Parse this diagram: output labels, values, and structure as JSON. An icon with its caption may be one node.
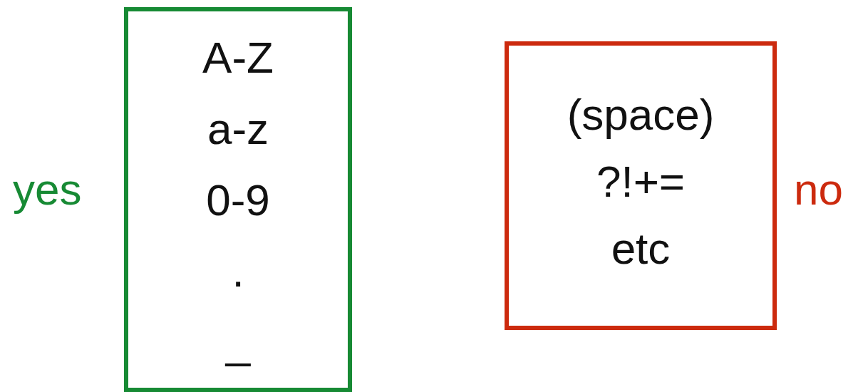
{
  "diagram": {
    "nodes": [
      {
        "text": [
          "A-Z",
          "a-z",
          "0-9",
          ".",
          "_"
        ],
        "beside": [
          "yes"
        ]
      },
      {
        "text": [
          "(space)",
          "?!+=",
          "etc"
        ],
        "beside": [
          "no"
        ]
      }
    ]
  }
}
